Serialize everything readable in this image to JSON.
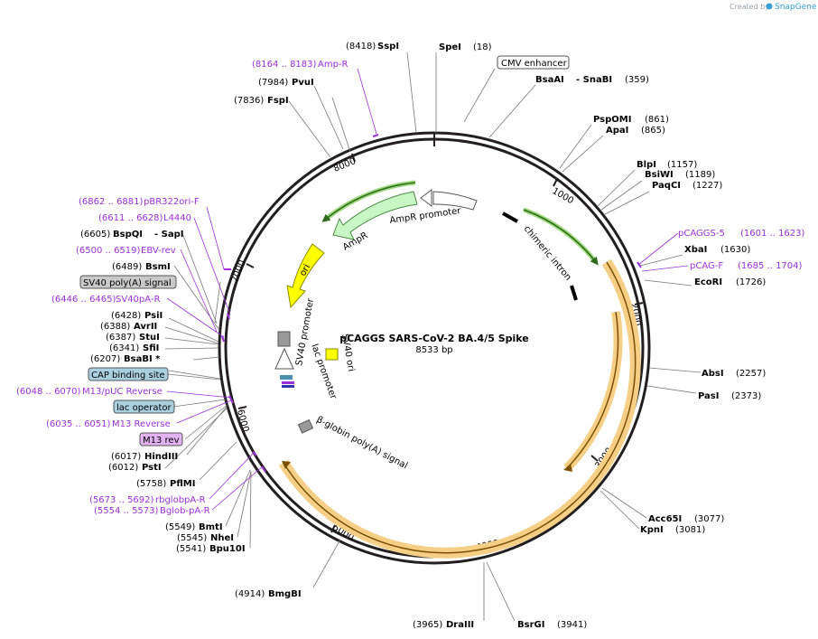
{
  "map": {
    "title": "pCAGGS SARS-CoV-2 BA.4/5 Spike",
    "size": "8533 bp",
    "credit_prefix": "Created by",
    "credit_brand": "SnapGene",
    "ticks": [
      "1000",
      "2000",
      "3000",
      "4000",
      "5000",
      "6000",
      "7000",
      "8000"
    ]
  },
  "features": {
    "cmv_enhancer": "CMV enhancer",
    "chimeric_intron": "chimeric intron",
    "ampr_promoter": "AmpR promoter",
    "ampr": "AmpR",
    "ori": "ori",
    "sv40_promoter": "SV40 promoter",
    "sv40_ori": "SV40 ori",
    "lac_promoter": "lac promoter",
    "bglobin_polya": "β-globin poly(A) signal"
  },
  "sites_right": [
    {
      "name": "SpeI",
      "pos": "(18)"
    },
    {
      "name": "BsaAI",
      "pos": "- SnaBI",
      "extra": "(359)"
    },
    {
      "name": "PspOMI",
      "pos": "(861)"
    },
    {
      "name": "ApaI",
      "pos": "(865)"
    },
    {
      "name": "BlpI",
      "pos": "(1157)"
    },
    {
      "name": "BsiWI",
      "pos": "(1189)"
    },
    {
      "name": "PaqCI",
      "pos": "(1227)"
    },
    {
      "name": "XbaI",
      "pos": "(1630)"
    },
    {
      "name": "EcoRI",
      "pos": "(1726)"
    },
    {
      "name": "AbsI",
      "pos": "(2257)"
    },
    {
      "name": "PasI",
      "pos": "(2373)"
    },
    {
      "name": "Acc65I",
      "pos": "(3077)"
    },
    {
      "name": "KpnI",
      "pos": "(3081)"
    },
    {
      "name": "DraIII",
      "pos": "(3965)"
    },
    {
      "name": "BsrGI",
      "pos": "(3941)"
    }
  ],
  "sites_left": [
    {
      "pos": "(8418)",
      "name": "SspI"
    },
    {
      "pos": "(7984)",
      "name": "PvuI"
    },
    {
      "pos": "(7836)",
      "name": "FspI"
    },
    {
      "pos": "(6605)",
      "name": "BspQI",
      "extra": "- SapI"
    },
    {
      "pos": "(6489)",
      "name": "BsmI"
    },
    {
      "pos": "(6428)",
      "name": "PsiI"
    },
    {
      "pos": "(6388)",
      "name": "AvrII"
    },
    {
      "pos": "(6387)",
      "name": "StuI"
    },
    {
      "pos": "(6341)",
      "name": "SfiI"
    },
    {
      "pos": "(6207)",
      "name": "BsaBI *"
    },
    {
      "pos": "(6017)",
      "name": "HindIII"
    },
    {
      "pos": "(6012)",
      "name": "PstI"
    },
    {
      "pos": "(5758)",
      "name": "PflMI"
    },
    {
      "pos": "(5549)",
      "name": "BmtI"
    },
    {
      "pos": "(5545)",
      "name": "NheI"
    },
    {
      "pos": "(5541)",
      "name": "Bpu10I"
    },
    {
      "pos": "(4914)",
      "name": "BmgBI"
    }
  ],
  "primers": [
    {
      "range": "(8164 .. 8183)",
      "name": "Amp-R"
    },
    {
      "range": "(6862 .. 6881)",
      "name": "pBR322ori-F"
    },
    {
      "range": "(6611 .. 6628)",
      "name": "L4440"
    },
    {
      "range": "(6500 .. 6519)",
      "name": "EBV-rev"
    },
    {
      "range": "(6446 .. 6465)",
      "name": "SV40pA-R"
    },
    {
      "range": "(6048 .. 6070)",
      "name": "M13/pUC Reverse"
    },
    {
      "range": "(6035 .. 6051)",
      "name": "M13 Reverse"
    },
    {
      "range": "(5673 .. 5692)",
      "name": "rbglobpA-R"
    },
    {
      "range": "(5554 .. 5573)",
      "name": "Bglob-pA-R"
    },
    {
      "range": "(1601 .. 1623)",
      "name": "pCAGGS-5"
    },
    {
      "range": "(1685 .. 1704)",
      "name": "pCAG-F"
    }
  ],
  "boxed_labels": {
    "sv40_polya": "SV40 poly(A) signal",
    "cap_site": "CAP binding site",
    "lac_operator": "lac operator",
    "m13_rev": "M13 rev"
  },
  "colors": {
    "backbone": "#231f20",
    "primer": "#9b30d9",
    "ampr": "#c8f7c5",
    "ori": "#ffff00",
    "spike": "#f6cf86",
    "feature_box": "#a9cfe0"
  }
}
